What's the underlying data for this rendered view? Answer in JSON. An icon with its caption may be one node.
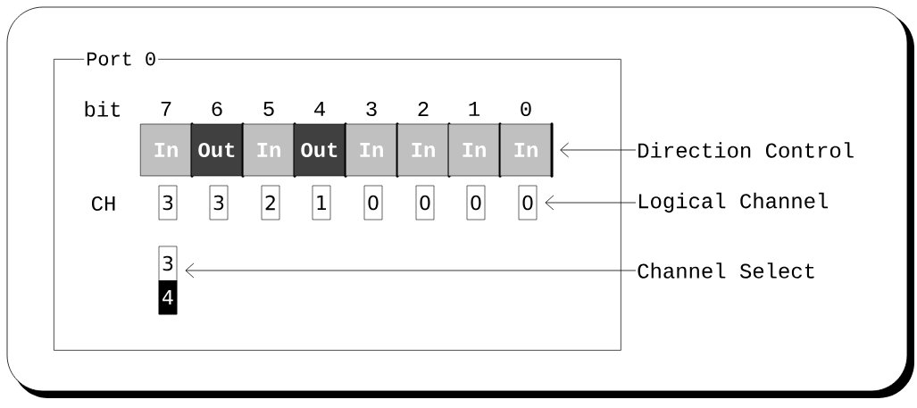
{
  "diagram": {
    "nodes": [
      {
        "text": [
          "Port 0"
        ]
      },
      {
        "text": [
          "In"
        ],
        "in": 0
      },
      {
        "text": [
          "Out"
        ],
        "in": 0
      },
      {
        "text": [
          "In"
        ],
        "in": 0
      },
      {
        "text": [
          "Out"
        ],
        "in": 0
      },
      {
        "text": [
          "In"
        ],
        "in": 0
      },
      {
        "text": [
          "In"
        ],
        "in": 0
      },
      {
        "text": [
          "In"
        ],
        "in": 0
      },
      {
        "text": [
          "In"
        ],
        "in": 0
      },
      {
        "text": [
          "3"
        ],
        "in": 0
      },
      {
        "text": [
          "3"
        ],
        "in": 0
      },
      {
        "text": [
          "2"
        ],
        "in": 0
      },
      {
        "text": [
          "1"
        ],
        "in": 0
      },
      {
        "text": [
          "0"
        ],
        "in": 0
      },
      {
        "text": [
          "0"
        ],
        "in": 0
      },
      {
        "text": [
          "0"
        ],
        "in": 0
      },
      {
        "text": [
          "0"
        ],
        "in": 0
      },
      {
        "text": [
          "3",
          "4"
        ],
        "in": 0
      },
      {
        "text": [
          "Direction Control"
        ]
      },
      {
        "text": [
          "Logical Channel"
        ]
      },
      {
        "text": [
          "Channel Select"
        ]
      }
    ],
    "edges": [
      {
        "from": 18,
        "to": 8,
        "arrow": "to"
      },
      {
        "from": 19,
        "to": 16,
        "arrow": "to"
      },
      {
        "from": 20,
        "to": 17,
        "arrow": "to"
      }
    ],
    "labels": [
      "bit",
      "7",
      "6",
      "5",
      "4",
      "3",
      "2",
      "1",
      "0",
      "CH"
    ]
  }
}
